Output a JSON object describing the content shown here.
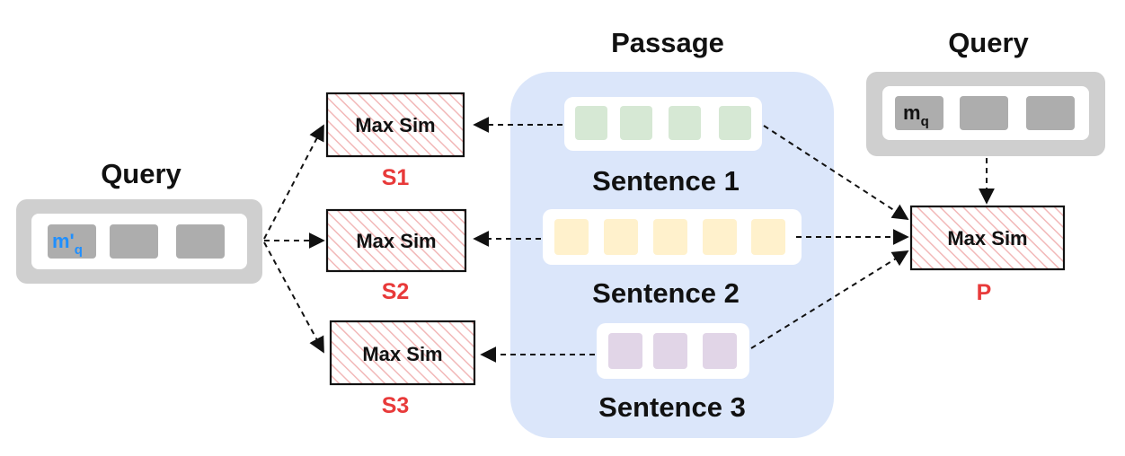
{
  "colors": {
    "passage_bg": "#dbe6fa",
    "query_frame": "#cfcfcf",
    "token_gray": "#adadad",
    "sentence1_token": "#d6e8d4",
    "sentence2_token": "#fff1cc",
    "sentence3_token": "#e1d5e7",
    "score_red": "#e83a3a",
    "query_token_blue": "#1f8fff",
    "hatch": "#f2b8b8"
  },
  "passage": {
    "title": "Passage",
    "sentences": [
      {
        "label": "Sentence 1",
        "token_count": 4
      },
      {
        "label": "Sentence 2",
        "token_count": 5
      },
      {
        "label": "Sentence 3",
        "token_count": 3
      }
    ]
  },
  "left_query": {
    "title": "Query",
    "first_token": {
      "base": "m'",
      "sub": "q"
    },
    "extra_tokens": 2
  },
  "right_query": {
    "title": "Query",
    "first_token": {
      "base": "m",
      "sub": "q"
    },
    "extra_tokens": 2
  },
  "maxsim_boxes": [
    {
      "label": "Max Sim",
      "score": "S1"
    },
    {
      "label": "Max Sim",
      "score": "S2"
    },
    {
      "label": "Max Sim",
      "score": "S3"
    },
    {
      "label": "Max Sim",
      "score": "P"
    }
  ],
  "icons": [
    "dashed-arrow-icon"
  ]
}
